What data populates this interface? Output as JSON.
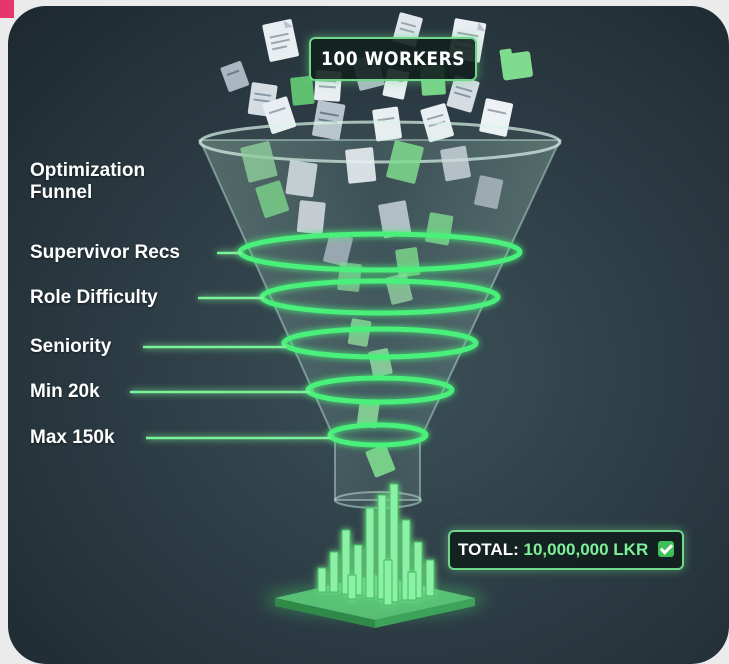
{
  "header": {
    "workers_label": "100 WORKERS"
  },
  "sidebar": {
    "title_line1": "Optimization",
    "title_line2": "Funnel",
    "filters": [
      {
        "label": "Supervivor Recs"
      },
      {
        "label": "Role Difficulty"
      },
      {
        "label": "Seniority"
      },
      {
        "label": "Min 20k"
      },
      {
        "label": "Max 150k"
      }
    ]
  },
  "result": {
    "total_label": "TOTAL:",
    "total_value": "10,000,000 LKR"
  },
  "colors": {
    "accent_green": "#6fd88b",
    "glow_green": "#49f07a",
    "background": "#2b3a42",
    "marker_pink": "#e6366b"
  },
  "icons": [
    "document-icon",
    "checkmark-icon"
  ]
}
